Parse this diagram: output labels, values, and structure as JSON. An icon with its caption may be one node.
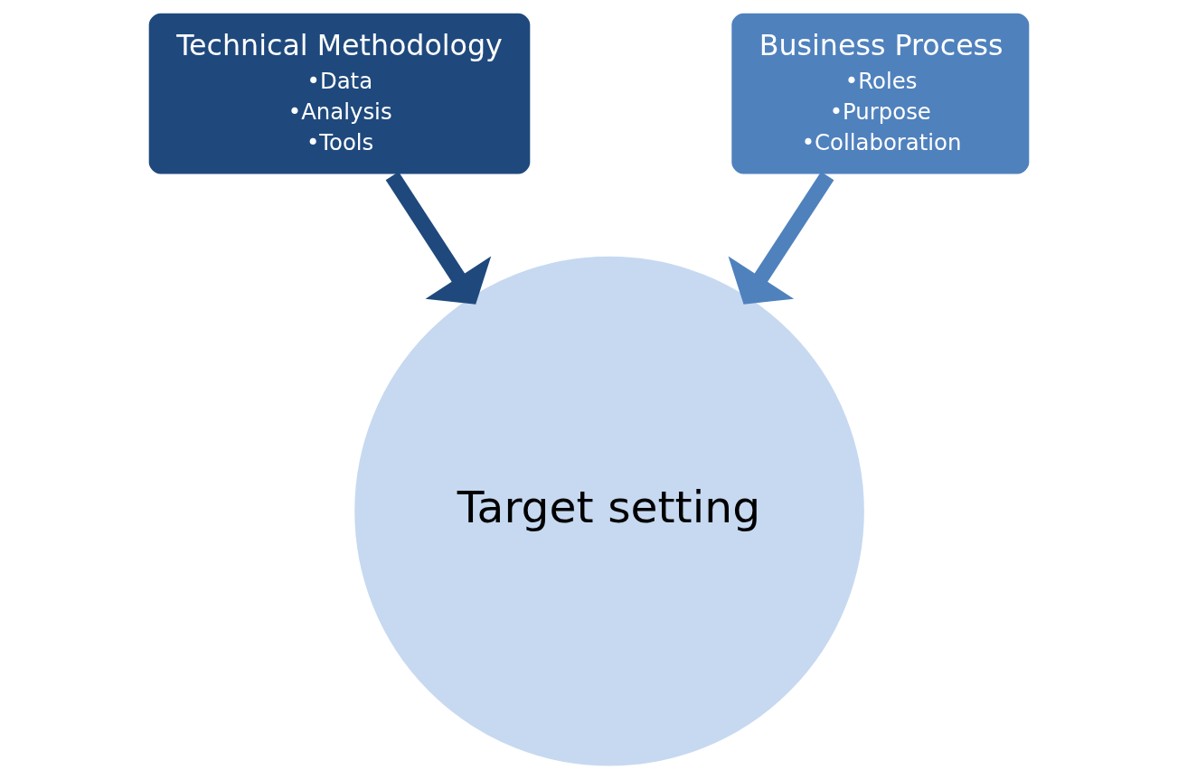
{
  "diagram": {
    "nodes": [
      {
        "text": [
          "Technical Methodology",
          "•Data",
          "•Analysis",
          "•Tools"
        ]
      },
      {
        "text": [
          "Business Process",
          "•Roles",
          "•Purpose",
          "•Collaboration"
        ]
      },
      {
        "text": [
          "Target setting"
        ]
      }
    ],
    "edges": [
      {
        "from": 0,
        "to": 2,
        "arrow": "to",
        "color": "#1f497d"
      },
      {
        "from": 1,
        "to": 2,
        "arrow": "to",
        "color": "#4f81bd"
      }
    ]
  }
}
